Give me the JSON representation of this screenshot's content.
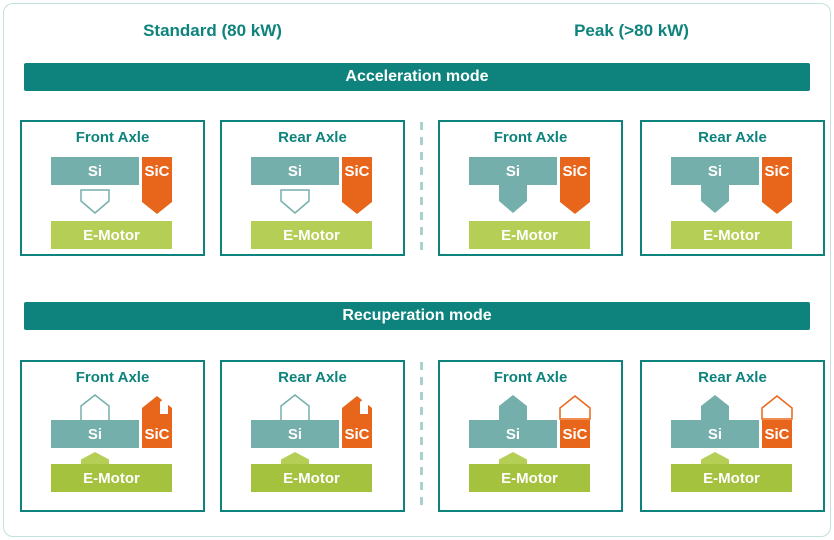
{
  "column_headers": {
    "standard": "Standard (80 kW)",
    "peak": "Peak (>80 kW)"
  },
  "section_banners": {
    "acceleration": "Acceleration mode",
    "recuperation": "Recuperation mode"
  },
  "labels": {
    "front_axle": "Front Axle",
    "rear_axle": "Rear Axle",
    "si": "Si",
    "sic": "SiC",
    "emotor": "E-Motor"
  },
  "colors": {
    "teal_dark": "#0E837D",
    "teal_inverter": "#74AFAB",
    "sic_orange": "#E8661B",
    "emotor_green_light": "#B5CE55",
    "emotor_green_dark": "#A4C23E",
    "divider_teal": "#A7D2CF",
    "frame_border": "#C3E1DF"
  }
}
